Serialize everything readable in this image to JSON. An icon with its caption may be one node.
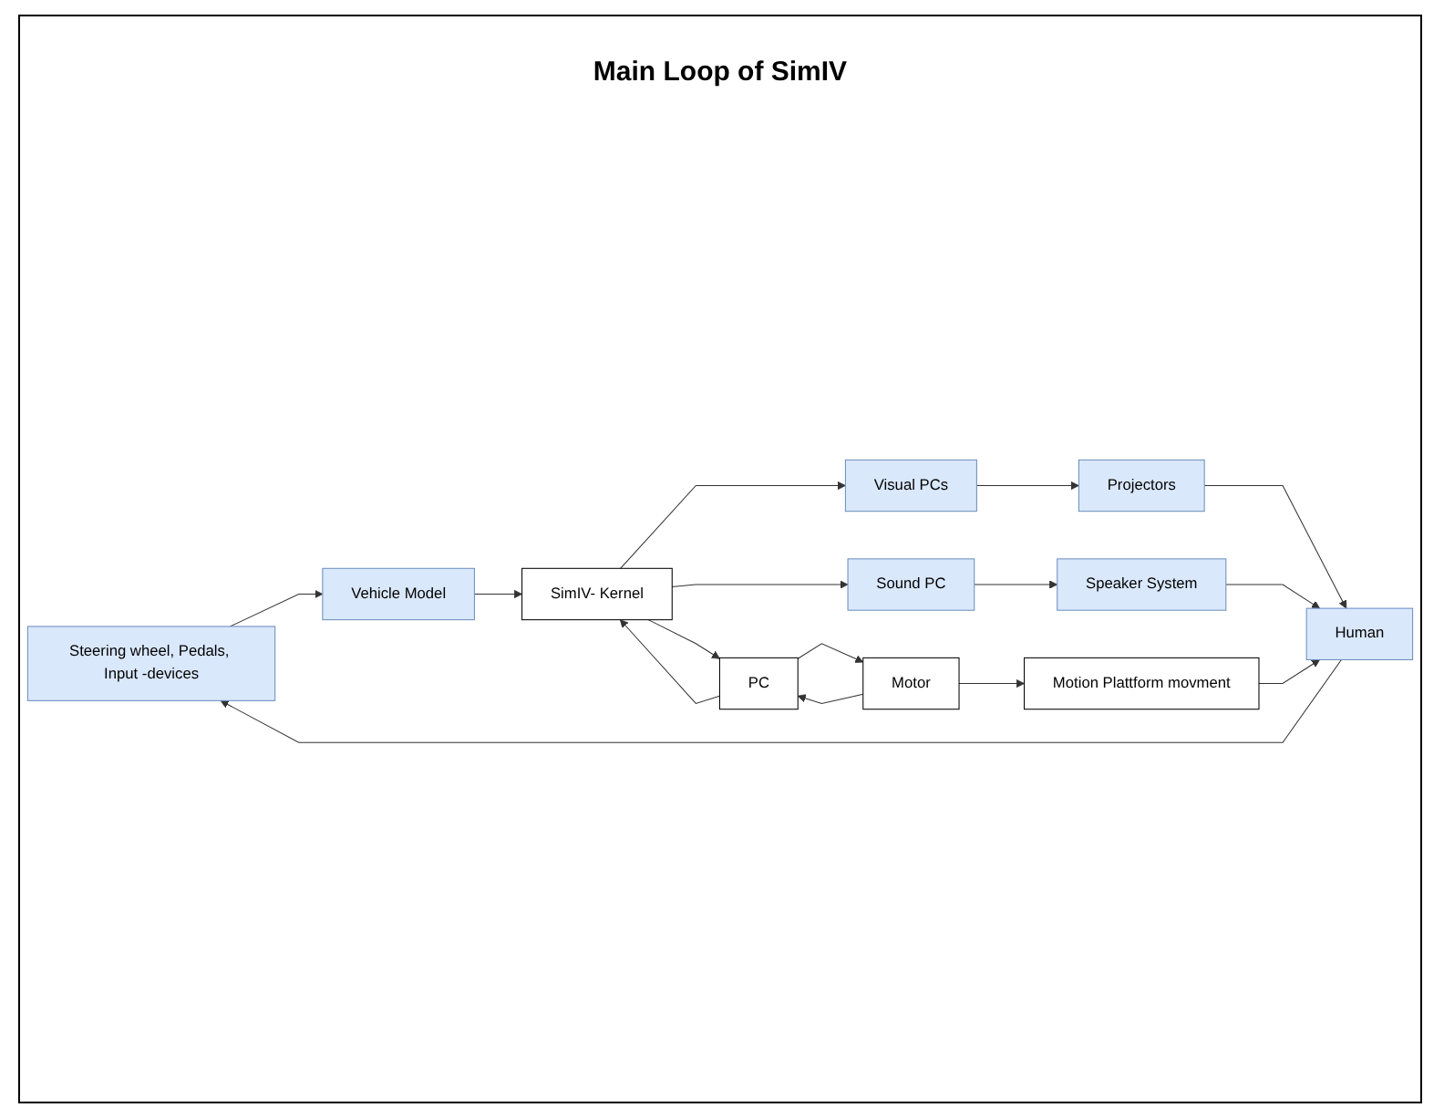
{
  "diagram": {
    "title": "Main Loop of SimIV",
    "nodes": [
      {
        "text": [
          "Steering wheel, Pedals, Input -devices"
        ]
      },
      {
        "text": [
          "Human"
        ]
      },
      {
        "text": [
          "Vehicle Model"
        ]
      },
      {
        "text": [
          "Visual PCs"
        ]
      },
      {
        "text": [
          "Projectors"
        ]
      },
      {
        "text": [
          "Sound PC"
        ]
      },
      {
        "text": [
          "Speaker System"
        ]
      },
      {
        "text": [
          "SimIV- Kernel"
        ]
      },
      {
        "text": [
          "PC"
        ]
      },
      {
        "text": [
          "Motor"
        ]
      },
      {
        "text": [
          "Motion Plattform movment"
        ]
      }
    ],
    "edges": [
      {
        "from": 1,
        "to": 0,
        "arrow": "to"
      },
      {
        "from": 0,
        "to": 2,
        "arrow": "to"
      },
      {
        "from": 2,
        "to": 7,
        "arrow": "to"
      },
      {
        "from": 7,
        "to": 3,
        "arrow": "to"
      },
      {
        "from": 7,
        "to": 5,
        "arrow": "to"
      },
      {
        "from": 3,
        "to": 4,
        "arrow": "to"
      },
      {
        "from": 5,
        "to": 6,
        "arrow": "to"
      },
      {
        "from": 4,
        "to": 1,
        "arrow": "to"
      },
      {
        "from": 6,
        "to": 1,
        "arrow": "to"
      },
      {
        "from": 10,
        "to": 1,
        "arrow": "to"
      },
      {
        "from": 7,
        "to": 8,
        "arrow": "to"
      },
      {
        "from": 8,
        "to": 7,
        "arrow": "to"
      },
      {
        "from": 8,
        "to": 9,
        "arrow": "to"
      },
      {
        "from": 9,
        "to": 8,
        "arrow": "to"
      },
      {
        "from": 9,
        "to": 10,
        "arrow": "to"
      }
    ]
  }
}
